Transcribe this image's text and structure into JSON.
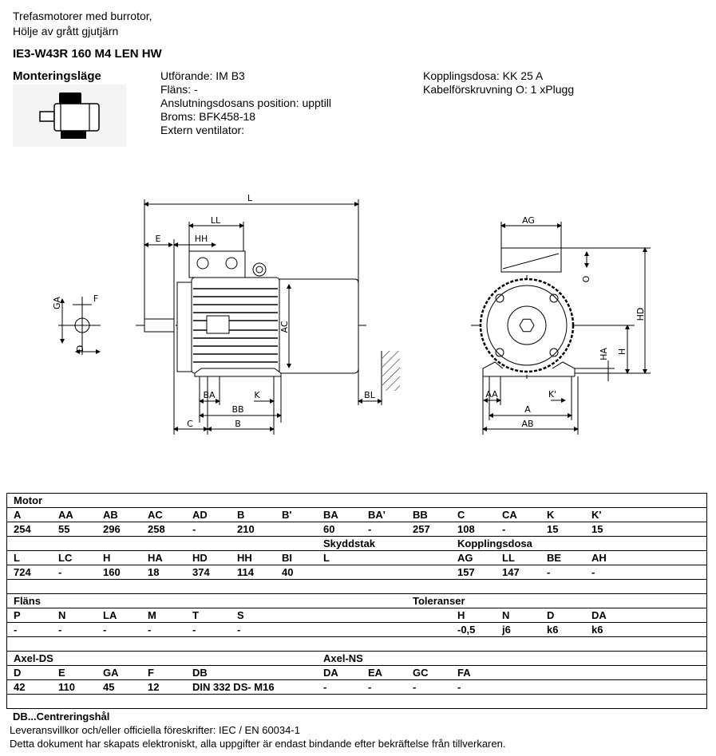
{
  "header": {
    "line1": "Trefasmotorer med burrotor,",
    "line2": "Hölje av grått gjutjärn",
    "model": "IE3-W43R 160 M4  LEN HW",
    "mounting_title": "Monteringsläge"
  },
  "info_left": [
    "Utförande: IM B3",
    "Fläns: -",
    "Anslutningsdosans position: upptill",
    "Broms: BFK458-18",
    "Extern ventilator:"
  ],
  "info_right": [
    "Kopplingsdosa: KK 25 A",
    "Kabelförskruvning O: 1 xPlugg"
  ],
  "drawing": {
    "labels": {
      "L": "L",
      "LL": "LL",
      "E": "E",
      "HH": "HH",
      "AC": "AC",
      "BA": "BA",
      "K": "K",
      "BB": "BB",
      "B": "B",
      "C": "C",
      "BL": "BL",
      "GA": "GA",
      "F": "F",
      "D": "D",
      "AG": "AG",
      "O": "O",
      "HD": "HD",
      "H": "H",
      "HA": "HA",
      "AA": "AA",
      "Kp": "K'",
      "A": "A",
      "AB": "AB"
    }
  },
  "table": {
    "rows": [
      [
        "Motor",
        "",
        "",
        "",
        "",
        "",
        "",
        "",
        "",
        "",
        "",
        "",
        "",
        ""
      ],
      [
        "A",
        "AA",
        "AB",
        "AC",
        "AD",
        "B",
        "B'",
        "BA",
        "BA'",
        "BB",
        "C",
        "CA",
        "K",
        "K'"
      ],
      [
        "254",
        "55",
        "296",
        "258",
        "-",
        "210",
        "",
        "60",
        "-",
        "257",
        "108",
        "-",
        "15",
        "15"
      ],
      [
        "",
        "",
        "",
        "",
        "",
        "",
        "",
        "Skyddstak",
        "",
        "",
        "Kopplingsdosa",
        "",
        "",
        ""
      ],
      [
        "L",
        "LC",
        "H",
        "HA",
        "HD",
        "HH",
        "BI",
        "L",
        "",
        "",
        "AG",
        "LL",
        "BE",
        "AH"
      ],
      [
        "724",
        "-",
        "160",
        "18",
        "374",
        "114",
        "40",
        "",
        "",
        "",
        "157",
        "147",
        "-",
        "-"
      ],
      [
        "",
        "",
        "",
        "",
        "",
        "",
        "",
        "",
        "",
        "",
        "",
        "",
        "",
        ""
      ],
      [
        "Fläns",
        "",
        "",
        "",
        "",
        "",
        "",
        "",
        "",
        "Toleranser",
        "",
        "",
        "",
        ""
      ],
      [
        "P",
        "N",
        "LA",
        "M",
        "T",
        "S",
        "",
        "",
        "",
        "",
        "H",
        "N",
        "D",
        "DA"
      ],
      [
        "-",
        "-",
        "-",
        "-",
        "-",
        "-",
        "",
        "",
        "",
        "",
        "-0,5",
        "j6",
        "k6",
        "k6"
      ],
      [
        "",
        "",
        "",
        "",
        "",
        "",
        "",
        "",
        "",
        "",
        "",
        "",
        "",
        ""
      ],
      [
        "Axel-DS",
        "",
        "",
        "",
        "",
        "",
        "",
        "Axel-NS",
        "",
        "",
        "",
        "",
        "",
        ""
      ],
      [
        "D",
        "E",
        "GA",
        "F",
        "DB",
        "",
        "",
        "DA",
        "EA",
        "GC",
        "FA",
        "",
        "",
        ""
      ],
      [
        "42",
        "110",
        "45",
        "12",
        "DIN 332 DS- M16",
        "",
        "",
        "-",
        "-",
        "-",
        "-",
        "",
        "",
        ""
      ],
      [
        "",
        "",
        "",
        "",
        "",
        "",
        "",
        "",
        "",
        "",
        "",
        "",
        "",
        ""
      ]
    ]
  },
  "footer": {
    "note": "DB...Centreringshål",
    "line1": "Leveransvillkor och/eller officiella föreskrifter: IEC / EN 60034-1",
    "line2": "Detta dokument har skapats elektroniskt, alla uppgifter är endast bindande efter bekräftelse från tillverkaren."
  }
}
